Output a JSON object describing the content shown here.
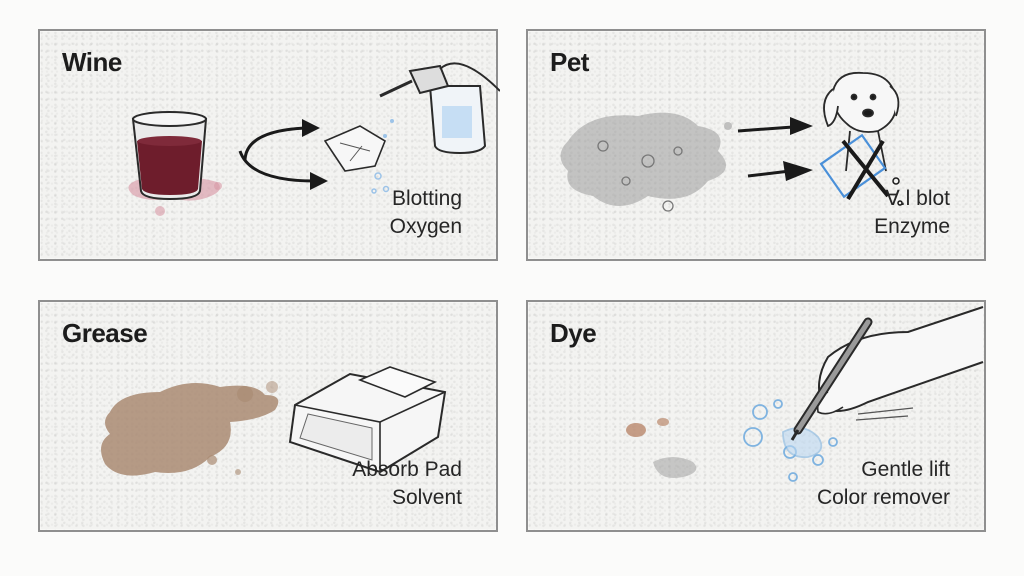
{
  "panels": [
    {
      "id": "wine",
      "title": "Wine",
      "labels": [
        "Blotting",
        "Oxygen"
      ]
    },
    {
      "id": "pet",
      "title": "Pet",
      "labels": [
        "Ɐ.l blot",
        "Enzyme"
      ]
    },
    {
      "id": "grease",
      "title": "Grease",
      "labels": [
        "Absorb Pad",
        "Solvent"
      ]
    },
    {
      "id": "dye",
      "title": "Dye",
      "labels": [
        "Gentle lift",
        "Color remover"
      ]
    }
  ],
  "colors": {
    "wine": "#6e1d2c",
    "wine_spill": "#d99aa7",
    "pet_stain": "#9a9a9a",
    "grease_stain": "#a98a72",
    "dye_blue": "#7fb3e0",
    "sketch": "#2a2a2a"
  },
  "icons": {
    "wine": [
      "wine-glass-icon",
      "spray-bottle-icon",
      "cloth-icon",
      "arrow-icon"
    ],
    "pet": [
      "dog-icon",
      "arrow-icon",
      "cross-icon"
    ],
    "grease": [
      "absorbent-pad-icon"
    ],
    "dye": [
      "hand-with-pen-icon"
    ]
  }
}
